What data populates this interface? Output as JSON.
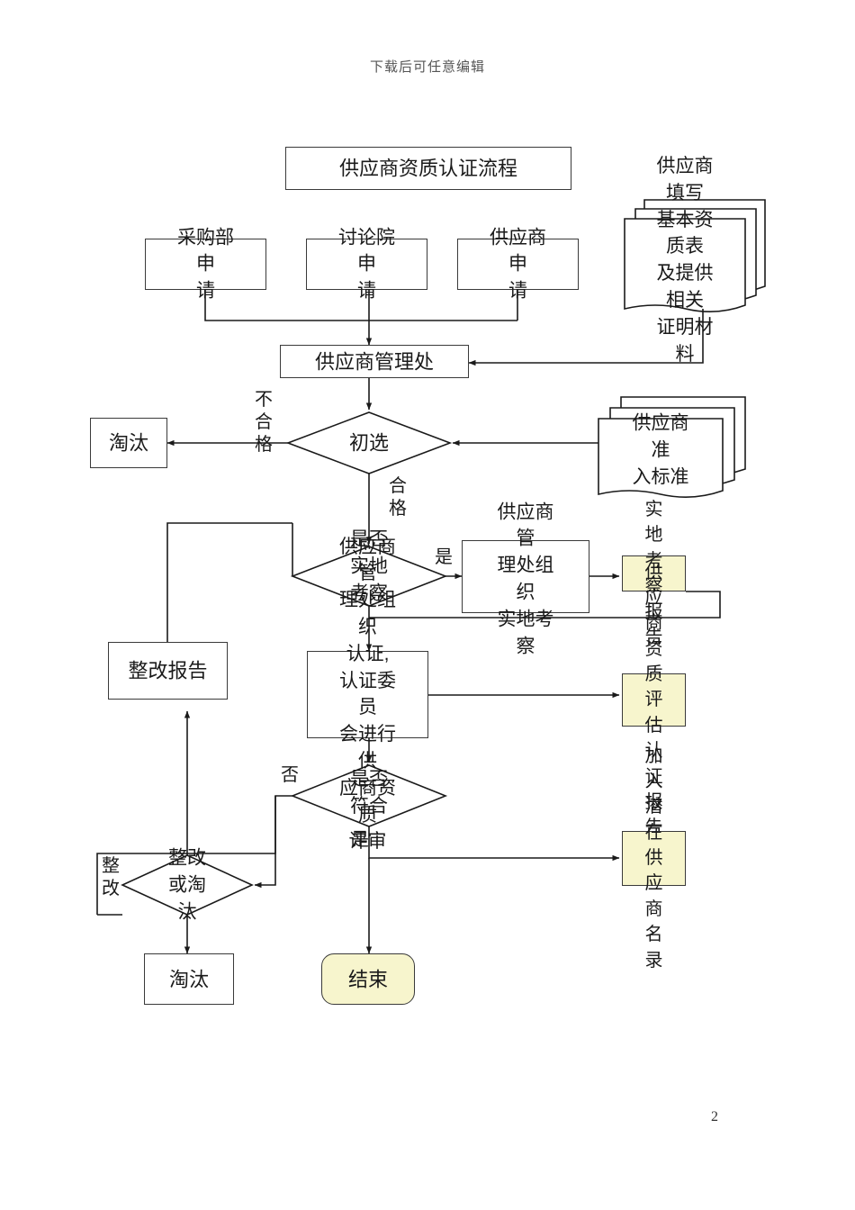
{
  "document": {
    "header_note": "下载后可任意编辑",
    "page_number": "2"
  },
  "colors": {
    "highlight_fill": "#f7f5cd",
    "stroke": "#1a1a1a",
    "box_border": "#3a3a3a",
    "page_background": "#ffffff"
  },
  "chart_data": {
    "type": "diagram",
    "title": "供应商资质认证流程",
    "nodes": [
      {
        "id": "title",
        "shape": "box",
        "text": "供应商资质认证流程"
      },
      {
        "id": "req-purchase",
        "shape": "box",
        "text": "采购部申请"
      },
      {
        "id": "req-council",
        "shape": "box",
        "text": "讨论院申请"
      },
      {
        "id": "req-supplier",
        "shape": "box",
        "text": "供应商申请"
      },
      {
        "id": "doc-forms",
        "shape": "document-stack",
        "text": "供应商填写基本资质表及提供相关证明材料"
      },
      {
        "id": "office",
        "shape": "box",
        "text": "供应商管理处"
      },
      {
        "id": "preselect",
        "shape": "diamond",
        "text": "初选"
      },
      {
        "id": "reject-1",
        "shape": "box",
        "text": "淘汰"
      },
      {
        "id": "doc-criteria",
        "shape": "document-stack",
        "text": "供应商准入标准"
      },
      {
        "id": "onsite-q",
        "shape": "diamond",
        "text": "是否实地考察"
      },
      {
        "id": "onsite-proc",
        "shape": "box",
        "text": "供应商管理处组织实地考察"
      },
      {
        "id": "onsite-rep",
        "shape": "box-highlight",
        "text": "实地考察报告"
      },
      {
        "id": "cert-proc",
        "shape": "box",
        "text": "供应商管理处组织认证，认证委员会进行供应商资质评审"
      },
      {
        "id": "cert-rep",
        "shape": "box-highlight",
        "text": "供应商资质评估认证报告"
      },
      {
        "id": "conform-q",
        "shape": "diamond",
        "text": "是否符合"
      },
      {
        "id": "add-list",
        "shape": "box-highlight",
        "text": "加入潜在供应商名录"
      },
      {
        "id": "fix-report",
        "shape": "box",
        "text": "整改报告"
      },
      {
        "id": "fix-or-drop",
        "shape": "diamond",
        "text": "整改或淘汰"
      },
      {
        "id": "reject-2",
        "shape": "box",
        "text": "淘汰"
      },
      {
        "id": "end",
        "shape": "rounded-highlight",
        "text": "结束"
      }
    ],
    "edge_labels": [
      {
        "id": "lbl-fail",
        "text": "不合格",
        "orientation": "vertical"
      },
      {
        "id": "lbl-pass",
        "text": "合格",
        "orientation": "vertical"
      },
      {
        "id": "lbl-yes-1",
        "text": "是",
        "orientation": "horizontal"
      },
      {
        "id": "lbl-no-1",
        "text": "否",
        "orientation": "horizontal"
      },
      {
        "id": "lbl-yes-2",
        "text": "是",
        "orientation": "horizontal"
      },
      {
        "id": "lbl-fix",
        "text": "整改",
        "orientation": "vertical"
      }
    ]
  },
  "nodes": {
    "title": {
      "text": "供应商资质认证流程"
    },
    "req_purchase": {
      "text": "采购部申\n请"
    },
    "req_council": {
      "text": "讨论院申\n请"
    },
    "req_supplier": {
      "text": "供应商申\n请"
    },
    "doc_forms": {
      "text": "供应商填写\n基本资质表\n及提供相关\n证明材料"
    },
    "office": {
      "text": "供应商管理处"
    },
    "preselect": {
      "text": "初选"
    },
    "reject_1": {
      "text": "淘汰"
    },
    "doc_criteria": {
      "text": "供应商准\n入标准"
    },
    "onsite_q": {
      "text": "是否\n实地\n考察"
    },
    "onsite_proc": {
      "text": "供应商管\n理处组织\n实地考察"
    },
    "onsite_rep": {
      "text": "实地\n考察\n报告"
    },
    "cert_proc": {
      "text": "供应商管\n理处组织\n认证,\n认证委员\n会进行供\n应商资质\n评审"
    },
    "cert_rep": {
      "text": "供应商\n资质评\n估认证\n报告"
    },
    "conform_q": {
      "text": "是否\n符合"
    },
    "add_list": {
      "text": "加入潜\n在供应\n商名录"
    },
    "fix_report": {
      "text": "整改报告"
    },
    "fix_or_drop": {
      "text": "整改\n或淘\n汰"
    },
    "reject_2": {
      "text": "淘汰"
    },
    "end": {
      "text": "结束"
    }
  },
  "labels": {
    "fail": "不合格",
    "pass": "合格",
    "yes_1": "是",
    "no_1": "否",
    "yes_2": "是",
    "fix": "整改"
  }
}
